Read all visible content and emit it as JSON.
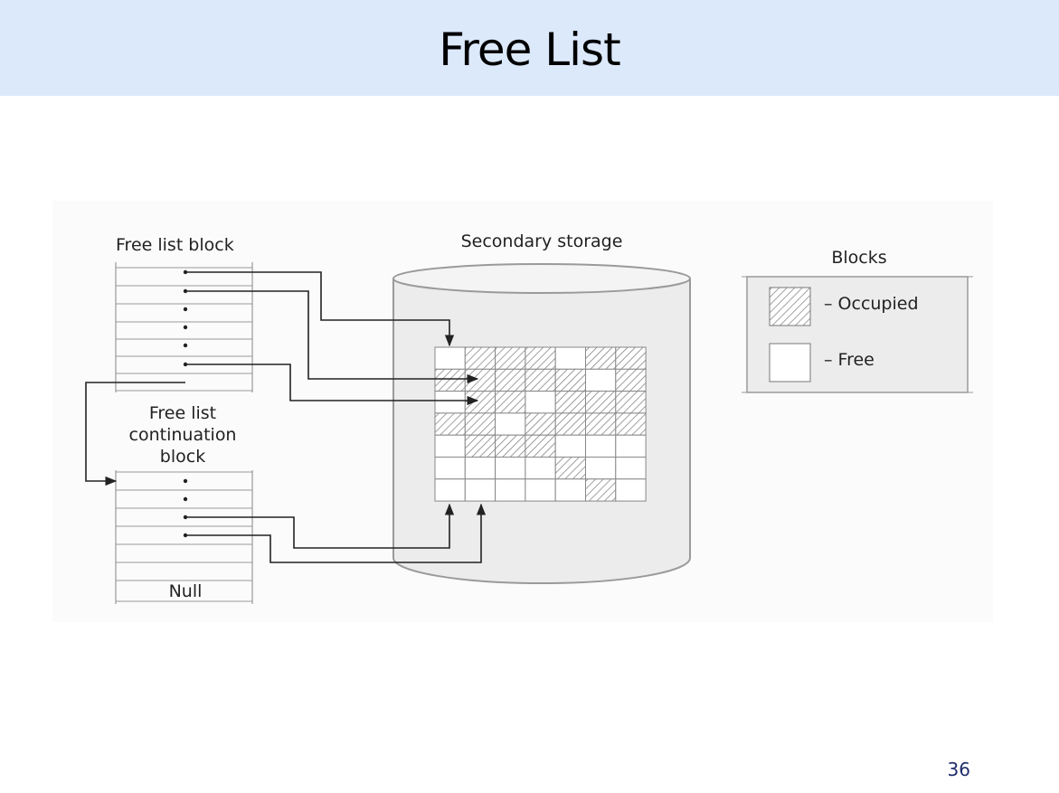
{
  "slide": {
    "title": "Free List",
    "page_number": "36"
  },
  "diagram": {
    "free_list_block_label": "Free list block",
    "continuation_label_lines": [
      "Free list",
      "continuation",
      "block"
    ],
    "secondary_storage_label": "Secondary storage",
    "null_label": "Null",
    "legend": {
      "title": "Blocks",
      "occupied_label": "– Occupied",
      "free_label": "– Free"
    },
    "storage_grid": {
      "rows": 7,
      "cols": 7,
      "occupied": [
        [
          0,
          1,
          1,
          1,
          0,
          1,
          1
        ],
        [
          1,
          1,
          1,
          1,
          1,
          0,
          1
        ],
        [
          0,
          1,
          1,
          0,
          1,
          1,
          1
        ],
        [
          1,
          1,
          0,
          1,
          1,
          1,
          1
        ],
        [
          0,
          1,
          1,
          1,
          0,
          0,
          0
        ],
        [
          0,
          0,
          0,
          0,
          1,
          0,
          0
        ],
        [
          0,
          0,
          0,
          0,
          0,
          1,
          0
        ]
      ]
    },
    "colors": {
      "title_bar": "#dce9fb",
      "cylinder_fill": "#eeeeee",
      "line": "#222222",
      "page_number": "#1f2d6b"
    }
  }
}
